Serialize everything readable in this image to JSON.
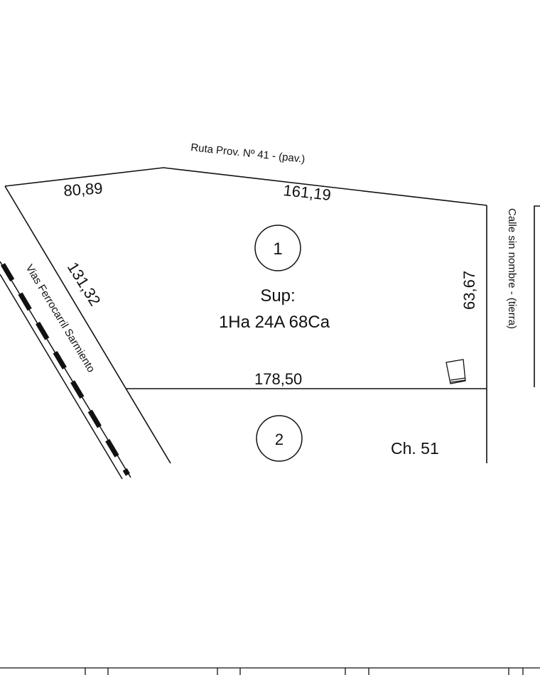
{
  "plan": {
    "road_top": "Ruta Prov. Nº 41 - (pav.)",
    "road_right": "Calle sin nombre - (tierra)",
    "railway": "Vias Ferrocarril Sarmiento",
    "dim_top_left": "80,89",
    "dim_top_right": "161,19",
    "dim_left": "131,32",
    "dim_right": "63,67",
    "dim_bottom": "178,50",
    "lot1_number": "1",
    "area_label": "Sup:",
    "area_value": "1Ha 24A 68Ca",
    "lot2_number": "2",
    "chacra": "Ch. 51"
  },
  "colors": {
    "ink": "#111111",
    "paper": "#ffffff"
  }
}
